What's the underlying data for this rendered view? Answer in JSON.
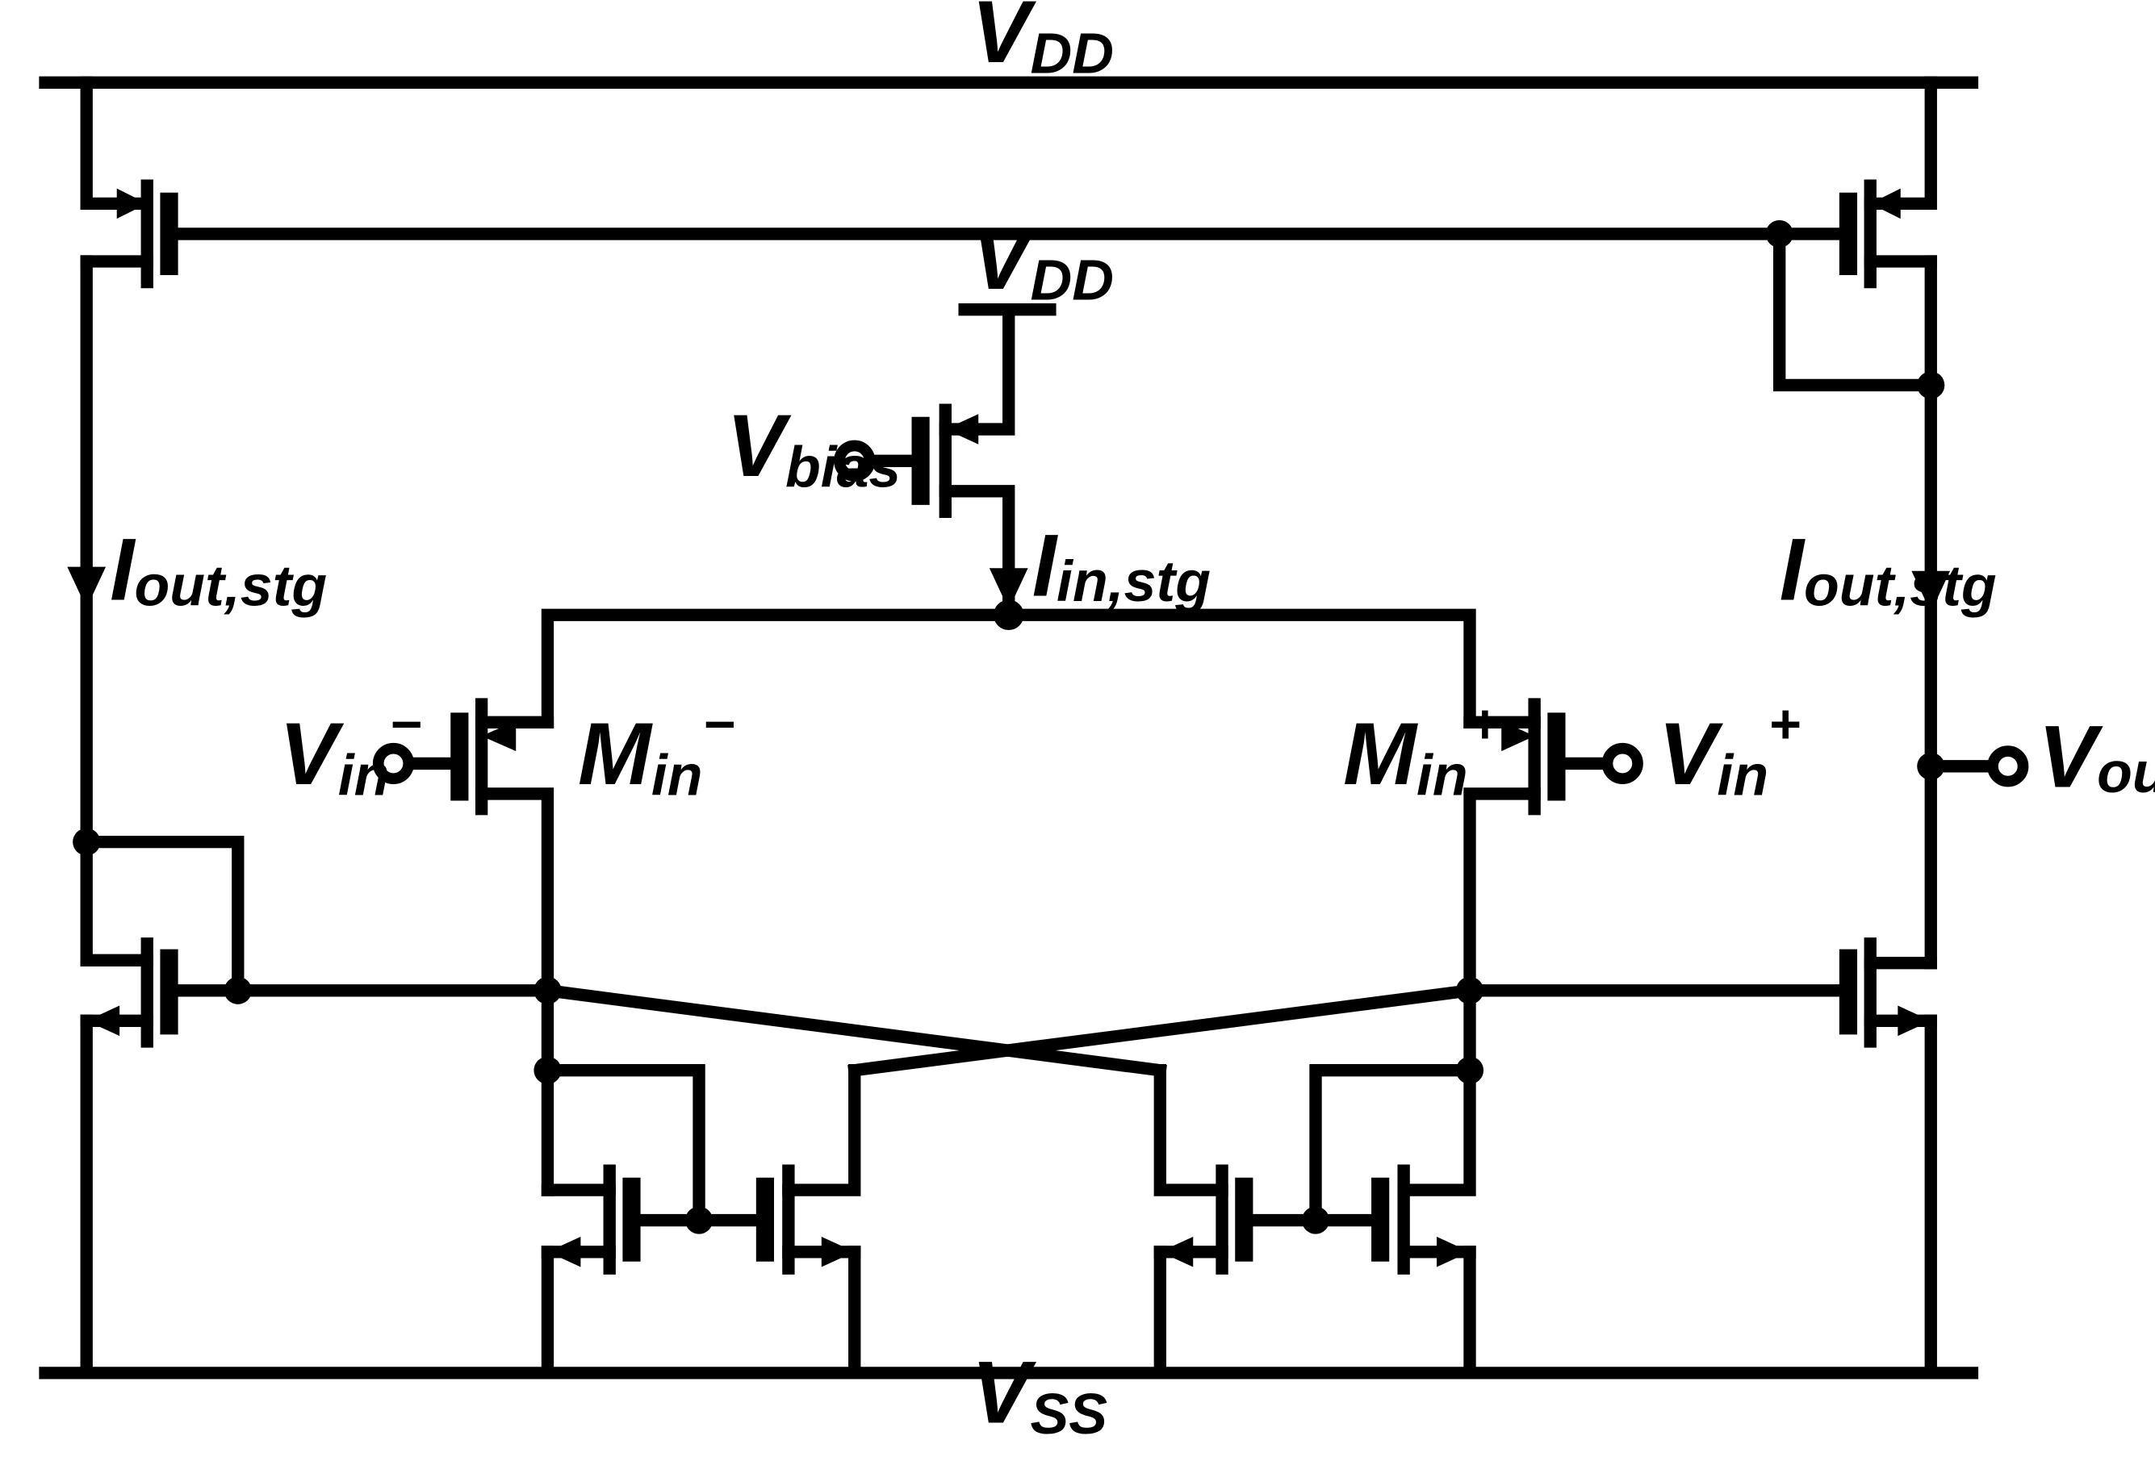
{
  "labels": {
    "vdd_top": {
      "main": "V",
      "sub": "DD"
    },
    "vdd_mid": {
      "main": "V",
      "sub": "DD"
    },
    "vss": {
      "main": "V",
      "sub": "SS"
    },
    "vbias": {
      "main": "V",
      "sub": "bias"
    },
    "iin": {
      "main": "I",
      "sub": "in,stg"
    },
    "iout_left": {
      "main": "I",
      "sub": "out,stg"
    },
    "iout_right": {
      "main": "I",
      "sub": "out,stg"
    },
    "vin_minus": {
      "main": "V",
      "sub": "in",
      "sup": "−"
    },
    "vin_plus": {
      "main": "V",
      "sub": "in",
      "sup": "+"
    },
    "min_minus": {
      "main": "M",
      "sub": "in",
      "sup": "−"
    },
    "min_plus": {
      "main": "M",
      "sub": "in",
      "sup": "+"
    },
    "vout": {
      "main": "V",
      "sub": "out"
    }
  },
  "colors": {
    "wire": "#000000",
    "background": "#ffffff"
  }
}
